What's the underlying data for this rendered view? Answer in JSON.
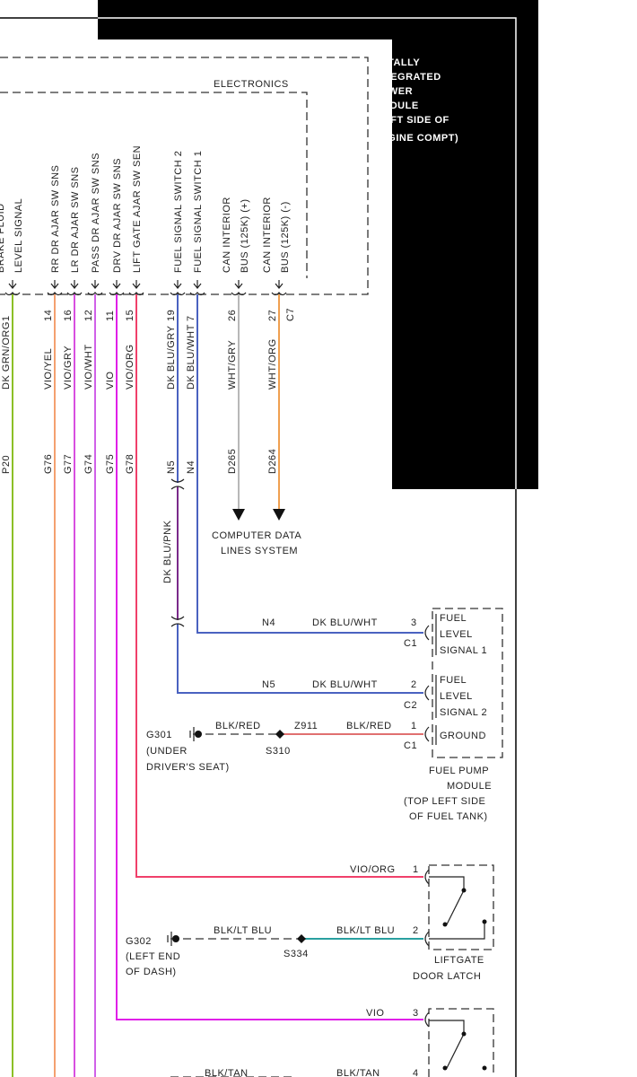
{
  "module": {
    "name_lines": [
      "TOTALLY",
      "INTEGRATED",
      "POWER",
      "MODULE",
      "(LEFT SIDE OF",
      "ENGINE COMPT)"
    ],
    "sub": "ELECTRONICS",
    "connector_c7": "C7"
  },
  "pins": [
    {
      "label": [
        "BRAKE FLUID",
        "LEVEL SIGNAL"
      ],
      "pin": "1",
      "color": "DK GRN/ORG",
      "circuit": "P20",
      "hex": "#8cbf26"
    },
    {
      "label": [
        "RR DR AJAR SW SNS"
      ],
      "pin": "14",
      "color": "VIO/YEL",
      "circuit": "G76",
      "hex": "#f4a070"
    },
    {
      "label": [
        "LR DR AJAR SW SNS"
      ],
      "pin": "16",
      "color": "VIO/GRY",
      "circuit": "G77",
      "hex": "#d84fe0"
    },
    {
      "label": [
        "PASS DR AJAR SW SNS"
      ],
      "pin": "12",
      "color": "VIO/WHT",
      "circuit": "G74",
      "hex": "#d060e8"
    },
    {
      "label": [
        "DRV DR AJAR SW SNS"
      ],
      "pin": "11",
      "color": "VIO",
      "circuit": "G75",
      "hex": "#e020e8"
    },
    {
      "label": [
        "LIFT GATE AJAR SW SEN"
      ],
      "pin": "15",
      "color": "VIO/ORG",
      "circuit": "G78",
      "hex": "#f0406a"
    },
    {
      "label": [
        "FUEL SIGNAL SWITCH 2"
      ],
      "pin": "19",
      "color": "DK BLU/GRY",
      "circuit": "N5",
      "hex": "#4a62c0"
    },
    {
      "label": [
        "FUEL SIGNAL SWITCH 1"
      ],
      "pin": "7",
      "color": "DK BLU/WHT",
      "circuit": "N4",
      "hex": "#4a62c0"
    },
    {
      "label": [
        "CAN INTERIOR",
        "BUS (125K) (+)"
      ],
      "pin": "26",
      "color": "WHT/GRY",
      "circuit": "D265",
      "hex": "#b8b8b8"
    },
    {
      "label": [
        "CAN INTERIOR",
        "BUS (125K) (-)"
      ],
      "pin": "27",
      "color": "WHT/ORG",
      "circuit": "D264",
      "hex": "#f0a050"
    }
  ],
  "inline_color": "DK BLU/PNK",
  "data_lines": [
    "COMPUTER DATA",
    "LINES SYSTEM"
  ],
  "fuel": {
    "n4": {
      "circuit": "N4",
      "color": "DK BLU/WHT",
      "pin": "3",
      "conn": "C1"
    },
    "n5": {
      "circuit": "N5",
      "color": "DK BLU/WHT",
      "pin": "2",
      "conn": "C2"
    },
    "gnd": {
      "circuit": "Z911",
      "color": "BLK/RED",
      "pin": "1",
      "conn": "C1",
      "splice": "S310",
      "ground": "G301",
      "ground_loc": [
        "(UNDER",
        "DRIVER'S SEAT)"
      ],
      "dash_color": "BLK/RED"
    },
    "labels": [
      [
        "FUEL",
        "LEVEL",
        "SIGNAL 1"
      ],
      [
        "FUEL",
        "LEVEL",
        "SIGNAL 2"
      ],
      [
        "GROUND"
      ]
    ],
    "module": [
      "FUEL PUMP",
      "MODULE",
      "(TOP LEFT SIDE",
      "OF FUEL TANK)"
    ]
  },
  "liftgate": {
    "wire1": "VIO/ORG",
    "pin1": "1",
    "wire2": "BLK/LT BLU",
    "pin2": "2",
    "dash_color": "BLK/LT BLU",
    "splice": "S334",
    "ground": "G302",
    "ground_loc": [
      "(LEFT END",
      "OF DASH)"
    ],
    "name": [
      "LIFTGATE",
      "DOOR LATCH"
    ]
  },
  "driver_latch": {
    "wire1": "VIO",
    "pin1": "3",
    "wire2": "BLK/TAN",
    "pin2": "4",
    "dash_color": "BLK/TAN"
  }
}
